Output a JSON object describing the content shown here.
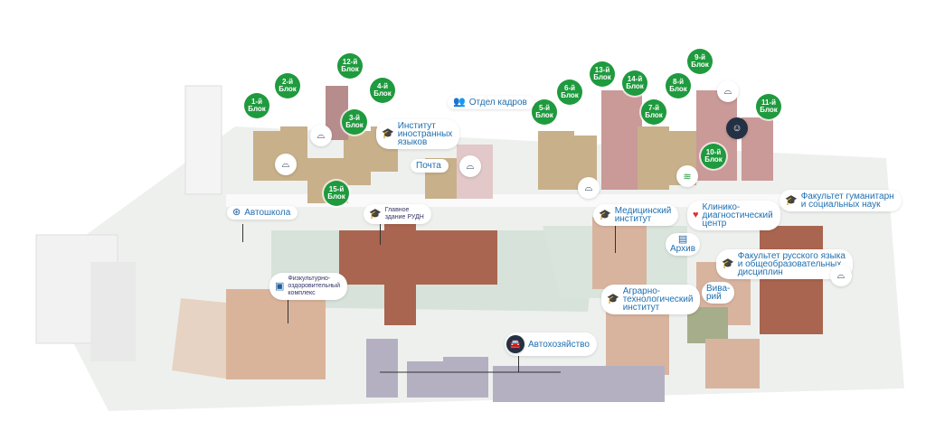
{
  "blocks": [
    {
      "id": "1",
      "l1": "1-й",
      "l2": "Блок"
    },
    {
      "id": "2",
      "l1": "2-й",
      "l2": "Блок"
    },
    {
      "id": "12",
      "l1": "12-й",
      "l2": "Блок"
    },
    {
      "id": "4",
      "l1": "4-й",
      "l2": "Блок"
    },
    {
      "id": "3",
      "l1": "3-й",
      "l2": "Блок"
    },
    {
      "id": "15",
      "l1": "15-й",
      "l2": "Блок"
    },
    {
      "id": "5",
      "l1": "5-й",
      "l2": "Блок"
    },
    {
      "id": "6",
      "l1": "6-й",
      "l2": "Блок"
    },
    {
      "id": "13",
      "l1": "13-й",
      "l2": "Блок"
    },
    {
      "id": "14",
      "l1": "14-й",
      "l2": "Блок"
    },
    {
      "id": "7",
      "l1": "7-й",
      "l2": "Блок"
    },
    {
      "id": "8",
      "l1": "8-й",
      "l2": "Блок"
    },
    {
      "id": "9",
      "l1": "9-й",
      "l2": "Блок"
    },
    {
      "id": "10",
      "l1": "10-й",
      "l2": "Блок"
    },
    {
      "id": "11",
      "l1": "11-й",
      "l2": "Блок"
    }
  ],
  "labels": {
    "hr": "Отдел кадров",
    "lang": "Институт\nиностранных\nязыков",
    "post": "Почта",
    "driving": "Автошкола",
    "main": "Главное\nздание РУДН",
    "med": "Медицинский\nинститут",
    "clinic": "Клинико-\nдиагностический\nцентр",
    "hum": "Факультет гуманитарн\nи социальных наук",
    "archive": "Архив",
    "rus": "Факультет русского языка\nи общеобразовательных\nдисциплин",
    "vivarium": "Вива-\nрий",
    "agro": "Аграрно-\nтехнологический\nинститут",
    "sport": "Физкультурно-\nоздоровительный\nкомплекс",
    "garage": "Автохозяйство"
  },
  "colors": {
    "block": "#1f9a3e",
    "label": "#1f6fb0"
  }
}
